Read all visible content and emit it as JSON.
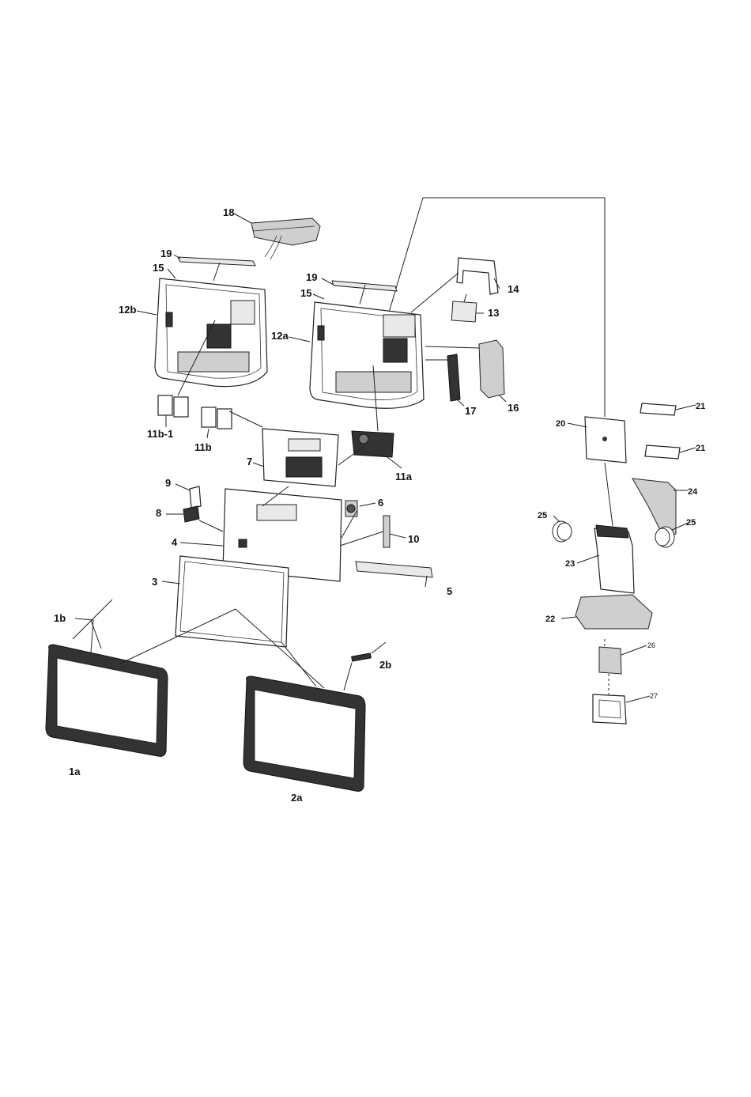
{
  "diagram": {
    "labels": {
      "p1a": "1a",
      "p1b": "1b",
      "p2a": "2a",
      "p2b": "2b",
      "p3": "3",
      "p4": "4",
      "p5": "5",
      "p6": "6",
      "p7": "7",
      "p8": "8",
      "p9": "9",
      "p10": "10",
      "p11a": "11a",
      "p11b": "11b",
      "p11b1": "11b-1",
      "p12a": "12a",
      "p12b": "12b",
      "p13": "13",
      "p14": "14",
      "p15a": "15",
      "p15b": "15",
      "p16": "16",
      "p17": "17",
      "p18": "18",
      "p19a": "19",
      "p19b": "19",
      "p20": "20",
      "p21a": "21",
      "p21b": "21",
      "p22": "22",
      "p23": "23",
      "p24": "24",
      "p25a": "25",
      "p25b": "25",
      "p26": "26",
      "p27": "27"
    }
  }
}
